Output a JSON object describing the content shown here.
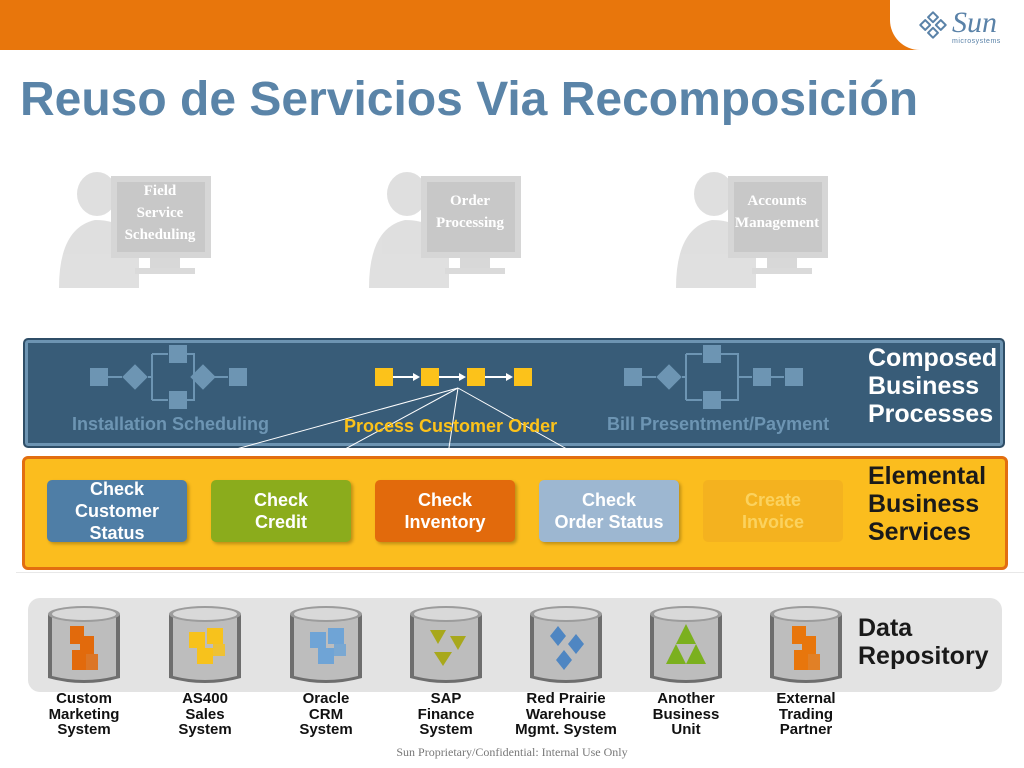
{
  "header": {
    "title": "Reuso de Servicios Via Recomposición",
    "logo_text": "Sun",
    "logo_sub": "microsystems"
  },
  "users": [
    {
      "screen": [
        "Field",
        "Service",
        "Scheduling"
      ]
    },
    {
      "screen": [
        "Order",
        "Processing"
      ]
    },
    {
      "screen": [
        "Accounts",
        "Management"
      ]
    }
  ],
  "composed": {
    "title_lines": [
      "Composed",
      "Business",
      "Processes"
    ],
    "processes": [
      {
        "label": "Installation Scheduling",
        "color": "#6d95b3"
      },
      {
        "label": "Process Customer Order",
        "color": "#fcc21a"
      },
      {
        "label": "Bill Presentment/Payment",
        "color": "#6d95b3"
      }
    ]
  },
  "elemental": {
    "title_lines": [
      "Elemental",
      "Business",
      "Services"
    ],
    "services": [
      {
        "lines": [
          "Check",
          "Customer Status"
        ],
        "color": "#4f7ea6"
      },
      {
        "lines": [
          "Check",
          "Credit"
        ],
        "color": "#8bac1c"
      },
      {
        "lines": [
          "Check",
          "Inventory"
        ],
        "color": "#e26a0c"
      },
      {
        "lines": [
          "Check",
          "Order Status"
        ],
        "color": "#9db7d1"
      },
      {
        "lines": [
          "Create",
          "Invoice"
        ],
        "color": "#f4b01f"
      }
    ]
  },
  "data": {
    "title_lines": [
      "Data",
      "Repository"
    ],
    "systems": [
      {
        "lines": [
          "Custom",
          "Marketing",
          "System"
        ],
        "color": "#e26a0c"
      },
      {
        "lines": [
          "AS400",
          "Sales",
          "System"
        ],
        "color": "#f7c21c"
      },
      {
        "lines": [
          "Oracle",
          "CRM",
          "System"
        ],
        "color": "#6fa4d6"
      },
      {
        "lines": [
          "SAP",
          "Finance",
          "System"
        ],
        "color": "#a8a81c"
      },
      {
        "lines": [
          "Red Prairie",
          "Warehouse",
          "Mgmt. System"
        ],
        "color": "#4f86c2"
      },
      {
        "lines": [
          "Another",
          "Business",
          "Unit"
        ],
        "color": "#7bb01e"
      },
      {
        "lines": [
          "External",
          "Trading",
          "Partner"
        ],
        "color": "#e8760c"
      }
    ]
  },
  "footer": "Sun Proprietary/Confidential: Internal Use Only"
}
